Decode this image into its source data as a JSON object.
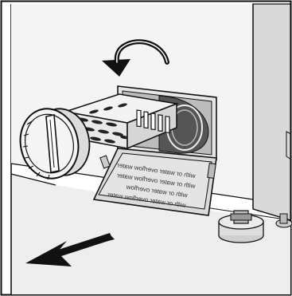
{
  "illustration": {
    "subject": "washing-machine-drain-pump-filter-removal",
    "icons": {
      "rotate_arrow": "counterclockwise-rotate-arrow-icon",
      "pull_arrow": "pull-out-arrow-icon"
    },
    "flap_lines": [
      "with or water overflow water",
      "with or water overflow water",
      "with or water overflow",
      "with or water overflow water"
    ],
    "colors": {
      "line": "#111111",
      "machine_body": "#f2f2f2",
      "panel_shade": "#d8d8d8",
      "floor": "#eeeeee",
      "inner_dark": "#555555",
      "flap_fill": "#dadada"
    }
  }
}
